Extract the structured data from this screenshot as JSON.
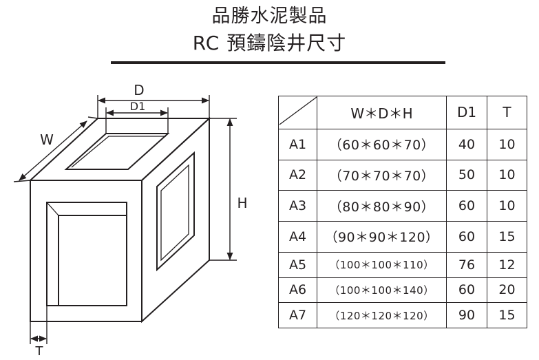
{
  "title": {
    "line1": "品勝水泥製品",
    "line2": "RC 預鑄陰井尺寸"
  },
  "diagram": {
    "label_d": "D",
    "label_d1": "D1",
    "label_w": "W",
    "label_h": "H",
    "label_t": "T"
  },
  "table": {
    "headers": [
      "",
      "W＊D＊H",
      "D1",
      "T"
    ],
    "rows": [
      {
        "id": "A1",
        "dims": "（60＊60＊70）",
        "d1": "40",
        "t": "10"
      },
      {
        "id": "A2",
        "dims": "（70＊70＊70）",
        "d1": "50",
        "t": "10"
      },
      {
        "id": "A3",
        "dims": "（80＊80＊90）",
        "d1": "60",
        "t": "10"
      },
      {
        "id": "A4",
        "dims": "（90＊90＊120）",
        "d1": "60",
        "t": "15"
      },
      {
        "id": "A5",
        "dims": "（100＊100＊110）",
        "d1": "76",
        "t": "12"
      },
      {
        "id": "A6",
        "dims": "（100＊100＊140）",
        "d1": "60",
        "t": "20"
      },
      {
        "id": "A7",
        "dims": "（120＊120＊120）",
        "d1": "90",
        "t": "15"
      }
    ]
  }
}
